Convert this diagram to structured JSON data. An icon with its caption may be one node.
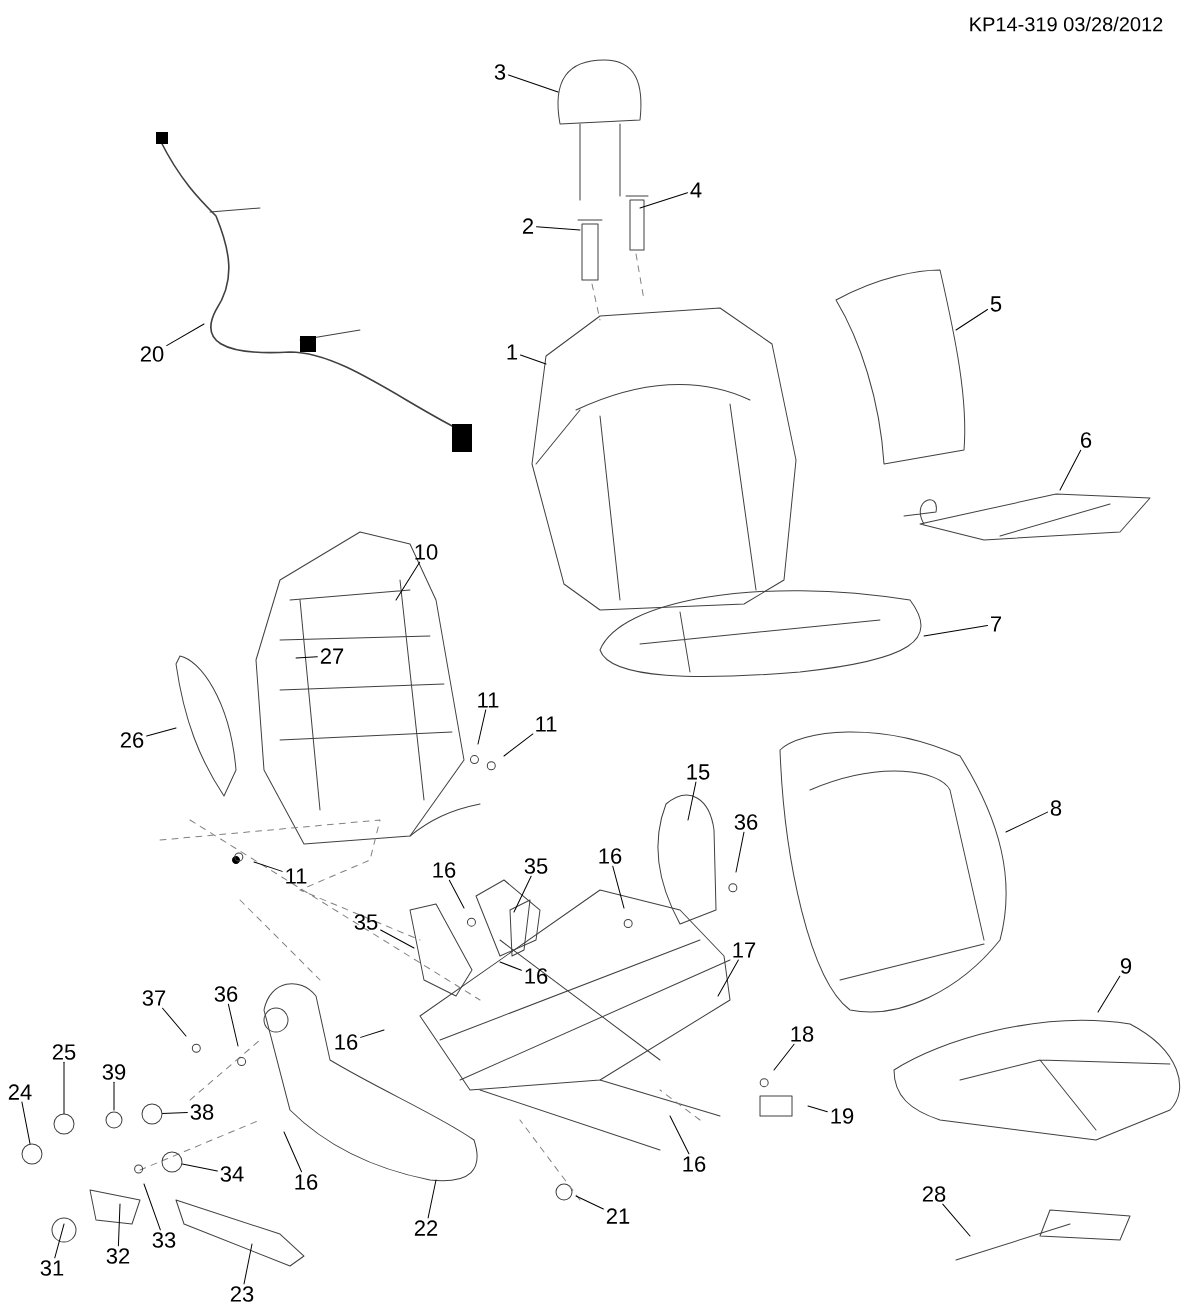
{
  "diagram": {
    "nodes": [
      {
        "text": [
          "3"
        ]
      },
      {
        "text": [
          "4"
        ]
      },
      {
        "text": [
          "2"
        ]
      },
      {
        "text": [
          "5"
        ]
      },
      {
        "text": [
          "1"
        ]
      },
      {
        "text": [
          "20"
        ]
      },
      {
        "text": [
          "6"
        ]
      },
      {
        "text": [
          "10"
        ]
      },
      {
        "text": [
          "7"
        ]
      },
      {
        "text": [
          "27"
        ]
      },
      {
        "text": [
          "11"
        ]
      },
      {
        "text": [
          "11"
        ]
      },
      {
        "text": [
          "26"
        ]
      },
      {
        "text": [
          "15"
        ]
      },
      {
        "text": [
          "8"
        ]
      },
      {
        "text": [
          "36"
        ]
      },
      {
        "text": [
          "16"
        ]
      },
      {
        "text": [
          "35"
        ]
      },
      {
        "text": [
          "11"
        ]
      },
      {
        "text": [
          "16"
        ]
      },
      {
        "text": [
          "35"
        ]
      },
      {
        "text": [
          "17"
        ]
      },
      {
        "text": [
          "9"
        ]
      },
      {
        "text": [
          "16"
        ]
      },
      {
        "text": [
          "36"
        ]
      },
      {
        "text": [
          "37"
        ]
      },
      {
        "text": [
          "18"
        ]
      },
      {
        "text": [
          "16"
        ]
      },
      {
        "text": [
          "25"
        ]
      },
      {
        "text": [
          "39"
        ]
      },
      {
        "text": [
          "24"
        ]
      },
      {
        "text": [
          "38"
        ]
      },
      {
        "text": [
          "19"
        ]
      },
      {
        "text": [
          "34"
        ]
      },
      {
        "text": [
          "16"
        ]
      },
      {
        "text": [
          "16"
        ]
      },
      {
        "text": [
          "28"
        ]
      },
      {
        "text": [
          "21"
        ]
      },
      {
        "text": [
          "22"
        ]
      },
      {
        "text": [
          "33"
        ]
      },
      {
        "text": [
          "32"
        ]
      },
      {
        "text": [
          "31"
        ]
      },
      {
        "text": [
          "23"
        ]
      },
      {
        "text": [],
        "shape": "circle"
      },
      {
        "text": [],
        "shape": "circle"
      },
      {
        "text": [],
        "shape": "circle"
      },
      {
        "text": [],
        "shape": "circle"
      }
    ],
    "edges": [
      {
        "from": 0,
        "to": null,
        "arrow": "none"
      },
      {
        "from": 1,
        "to": null,
        "arrow": "none"
      },
      {
        "from": 2,
        "to": null,
        "arrow": "none"
      },
      {
        "from": 3,
        "to": null,
        "arrow": "none"
      },
      {
        "from": 4,
        "to": null,
        "arrow": "none"
      },
      {
        "from": 5,
        "to": null,
        "arrow": "none"
      },
      {
        "from": 6,
        "to": null,
        "arrow": "none"
      },
      {
        "from": 7,
        "to": null,
        "arrow": "none"
      },
      {
        "from": 8,
        "to": null,
        "arrow": "none"
      },
      {
        "from": 9,
        "to": null,
        "arrow": "none"
      },
      {
        "from": 10,
        "to": null,
        "arrow": "none"
      },
      {
        "from": 11,
        "to": null,
        "arrow": "none"
      },
      {
        "from": 12,
        "to": null,
        "arrow": "none"
      },
      {
        "from": 13,
        "to": null,
        "arrow": "none"
      },
      {
        "from": 14,
        "to": null,
        "arrow": "none"
      },
      {
        "from": 15,
        "to": null,
        "arrow": "none"
      },
      {
        "from": 16,
        "to": null,
        "arrow": "none"
      },
      {
        "from": 17,
        "to": null,
        "arrow": "none"
      },
      {
        "from": 18,
        "to": null,
        "arrow": "none"
      },
      {
        "from": 19,
        "to": null,
        "arrow": "none"
      },
      {
        "from": 20,
        "to": null,
        "arrow": "none"
      },
      {
        "from": 21,
        "to": null,
        "arrow": "none"
      },
      {
        "from": 22,
        "to": null,
        "arrow": "none"
      },
      {
        "from": 23,
        "to": null,
        "arrow": "none"
      },
      {
        "from": 24,
        "to": null,
        "arrow": "none"
      },
      {
        "from": 25,
        "to": null,
        "arrow": "none"
      },
      {
        "from": 26,
        "to": null,
        "arrow": "none"
      },
      {
        "from": 27,
        "to": null,
        "arrow": "none"
      },
      {
        "from": 28,
        "to": 43,
        "arrow": "none"
      },
      {
        "from": 29,
        "to": null,
        "arrow": "none"
      },
      {
        "from": 30,
        "to": 46,
        "arrow": "none"
      },
      {
        "from": 31,
        "to": 44,
        "arrow": "none"
      },
      {
        "from": 32,
        "to": null,
        "arrow": "none"
      },
      {
        "from": 33,
        "to": 45,
        "arrow": "none"
      },
      {
        "from": 34,
        "to": null,
        "arrow": "none"
      },
      {
        "from": 35,
        "to": null,
        "arrow": "none"
      },
      {
        "from": 36,
        "to": null,
        "arrow": "none"
      },
      {
        "from": 37,
        "to": null,
        "arrow": "none"
      },
      {
        "from": 38,
        "to": null,
        "arrow": "none"
      },
      {
        "from": 39,
        "to": null,
        "arrow": "none"
      },
      {
        "from": 40,
        "to": null,
        "arrow": "none"
      },
      {
        "from": 41,
        "to": null,
        "arrow": "none"
      },
      {
        "from": 42,
        "to": null,
        "arrow": "none"
      }
    ],
    "labels": [
      "KP14-319 03/28/2012"
    ]
  }
}
